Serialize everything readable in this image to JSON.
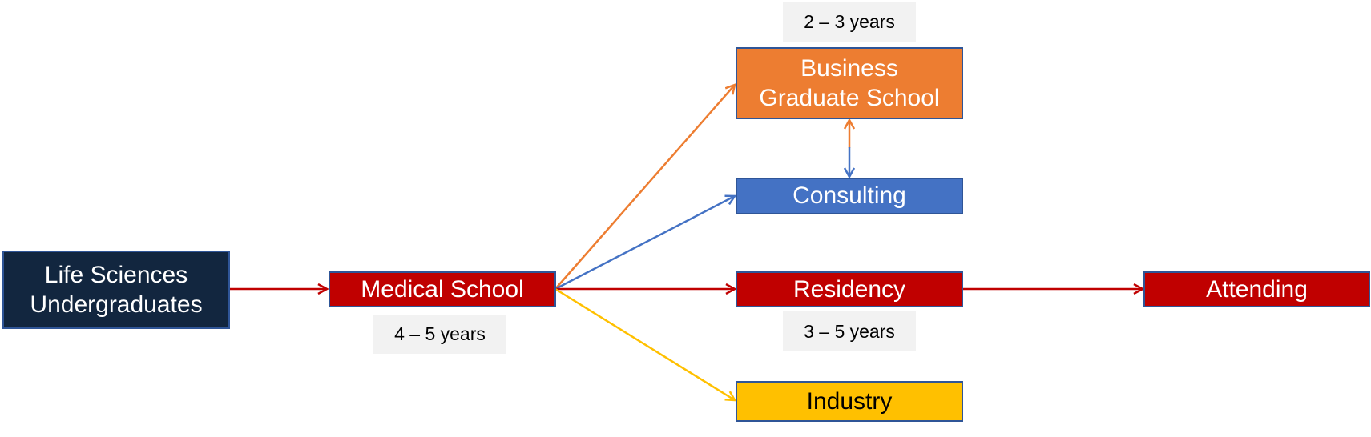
{
  "diagram": {
    "colors": {
      "navy": "#12263F",
      "red": "#C00000",
      "orange": "#ED7D31",
      "blue": "#4472C4",
      "yellow": "#FFC000",
      "border": "#2F5597",
      "tag_bg": "#F2F2F2"
    },
    "nodes": {
      "undergrad": "Life Sciences\nUndergraduates",
      "medical_school": "Medical School",
      "business_school": "Business\nGraduate School",
      "consulting": "Consulting",
      "residency": "Residency",
      "industry": "Industry",
      "attending": "Attending"
    },
    "durations": {
      "medical_school": "4 – 5 years",
      "business_school": "2 – 3 years",
      "residency": "3 – 5 years"
    },
    "edges": [
      {
        "from": "Life Sciences Undergraduates",
        "to": "Medical School",
        "color": "red"
      },
      {
        "from": "Medical School",
        "to": "Business Graduate School",
        "color": "orange"
      },
      {
        "from": "Medical School",
        "to": "Consulting",
        "color": "blue"
      },
      {
        "from": "Medical School",
        "to": "Residency",
        "color": "red"
      },
      {
        "from": "Medical School",
        "to": "Industry",
        "color": "yellow"
      },
      {
        "from": "Residency",
        "to": "Attending",
        "color": "red"
      },
      {
        "from": "Business Graduate School",
        "to": "Consulting",
        "color": "orange/blue",
        "bidirectional": true
      }
    ]
  }
}
